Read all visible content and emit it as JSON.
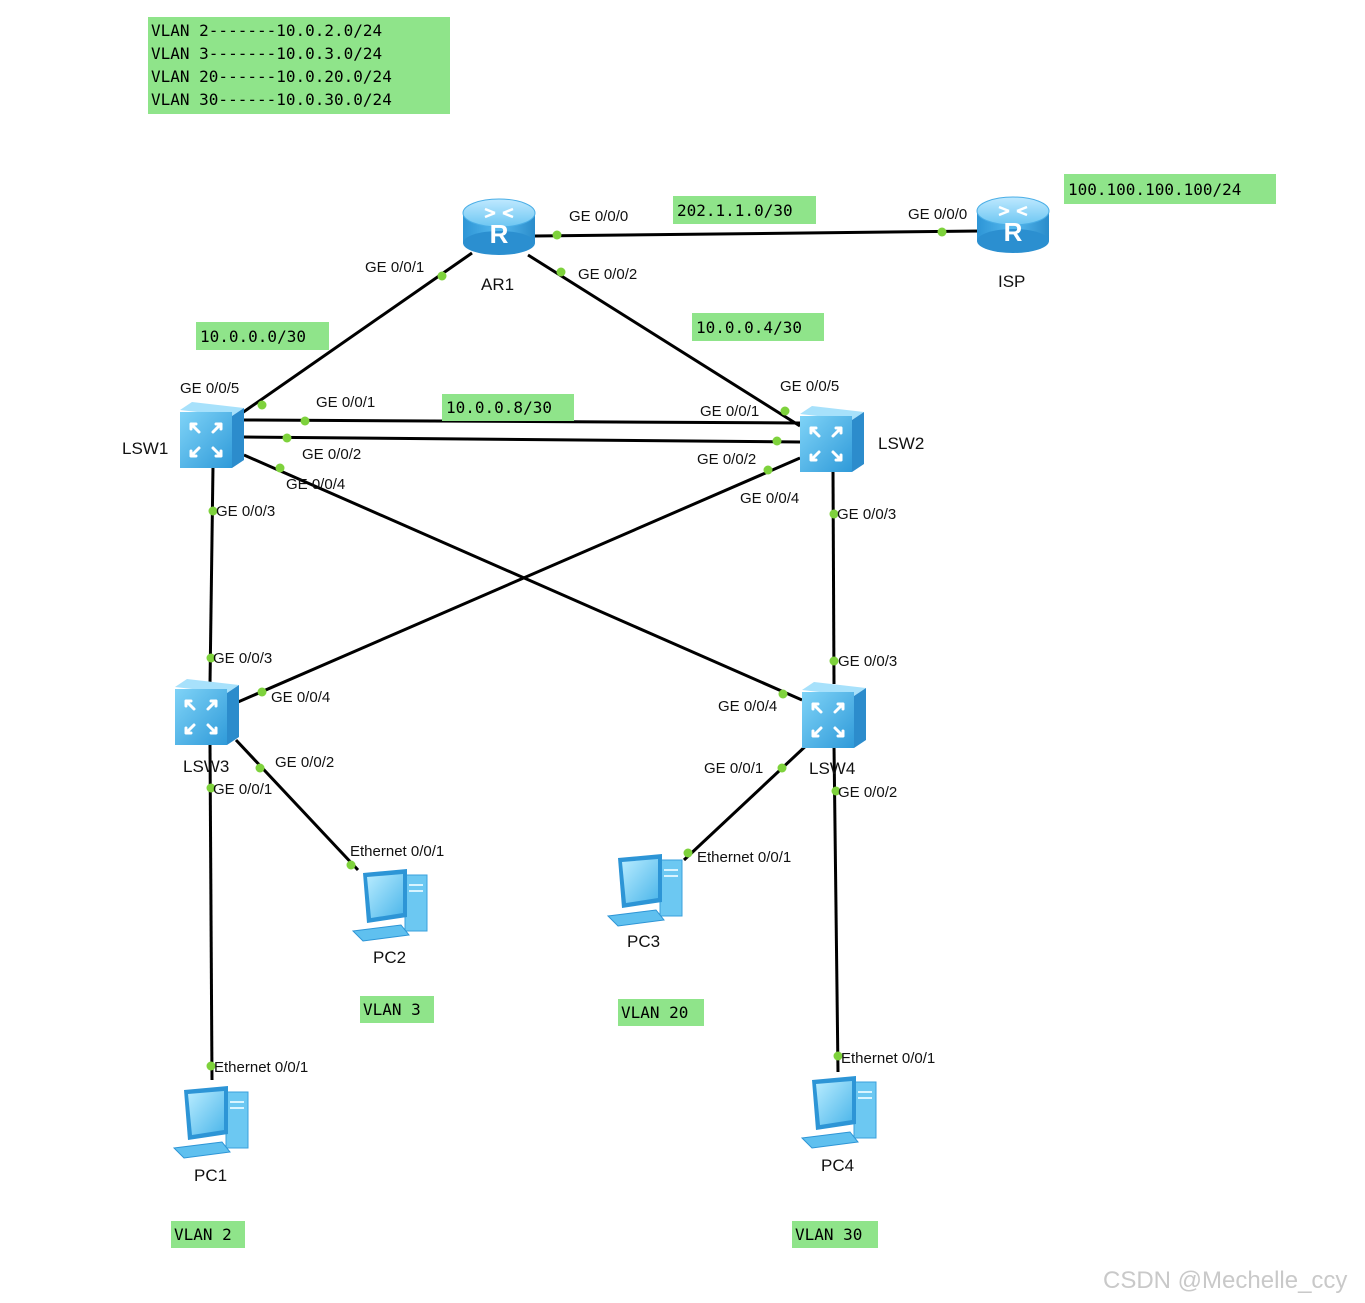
{
  "colors": {
    "note_bg": "#8fe48a",
    "port_dot": "#7ed23c",
    "device_blue": "#3aa7e3",
    "watermark": "#c9c9c9"
  },
  "legend": {
    "lines": [
      "VLAN 2-------10.0.2.0/24",
      "VLAN 3-------10.0.3.0/24",
      "VLAN 20------10.0.20.0/24",
      "VLAN 30------10.0.30.0/24"
    ]
  },
  "devices": {
    "ar1": {
      "label": "AR1",
      "icon": "router-icon"
    },
    "isp": {
      "label": "ISP",
      "icon": "router-icon"
    },
    "lsw1": {
      "label": "LSW1",
      "icon": "switch-icon"
    },
    "lsw2": {
      "label": "LSW2",
      "icon": "switch-icon"
    },
    "lsw3": {
      "label": "LSW3",
      "icon": "switch-icon"
    },
    "lsw4": {
      "label": "LSW4",
      "icon": "switch-icon"
    },
    "pc1": {
      "label": "PC1",
      "icon": "pc-icon"
    },
    "pc2": {
      "label": "PC2",
      "icon": "pc-icon"
    },
    "pc3": {
      "label": "PC3",
      "icon": "pc-icon"
    },
    "pc4": {
      "label": "PC4",
      "icon": "pc-icon"
    }
  },
  "notes": {
    "isp_ip": "100.100.100.100/24",
    "ar1_isp_net": "202.1.1.0/30",
    "ar1_lsw1_net": "10.0.0.0/30",
    "ar1_lsw2_net": "10.0.0.4/30",
    "lsw1_lsw2_net": "10.0.0.8/30",
    "vlan3": "VLAN 3",
    "vlan20": "VLAN 20",
    "vlan2": "VLAN 2",
    "vlan30": "VLAN 30"
  },
  "ports": {
    "ar1_ge000": "GE 0/0/0",
    "isp_ge000": "GE 0/0/0",
    "ar1_ge001": "GE 0/0/1",
    "ar1_ge002": "GE 0/0/2",
    "lsw1_ge005": "GE 0/0/5",
    "lsw1_ge001": "GE 0/0/1",
    "lsw1_ge002": "GE 0/0/2",
    "lsw1_ge004": "GE 0/0/4",
    "lsw1_ge003": "GE 0/0/3",
    "lsw2_ge005": "GE 0/0/5",
    "lsw2_ge001": "GE 0/0/1",
    "lsw2_ge002": "GE 0/0/2",
    "lsw2_ge004": "GE 0/0/4",
    "lsw2_ge003": "GE 0/0/3",
    "lsw3_ge003": "GE 0/0/3",
    "lsw3_ge004": "GE 0/0/4",
    "lsw3_ge002": "GE 0/0/2",
    "lsw3_ge001": "GE 0/0/1",
    "lsw4_ge003": "GE 0/0/3",
    "lsw4_ge004": "GE 0/0/4",
    "lsw4_ge001": "GE 0/0/1",
    "lsw4_ge002": "GE 0/0/2",
    "pc1_eth": "Ethernet 0/0/1",
    "pc2_eth": "Ethernet 0/0/1",
    "pc3_eth": "Ethernet 0/0/1",
    "pc4_eth": "Ethernet 0/0/1"
  },
  "watermark": "CSDN @Mechelle_ccy"
}
